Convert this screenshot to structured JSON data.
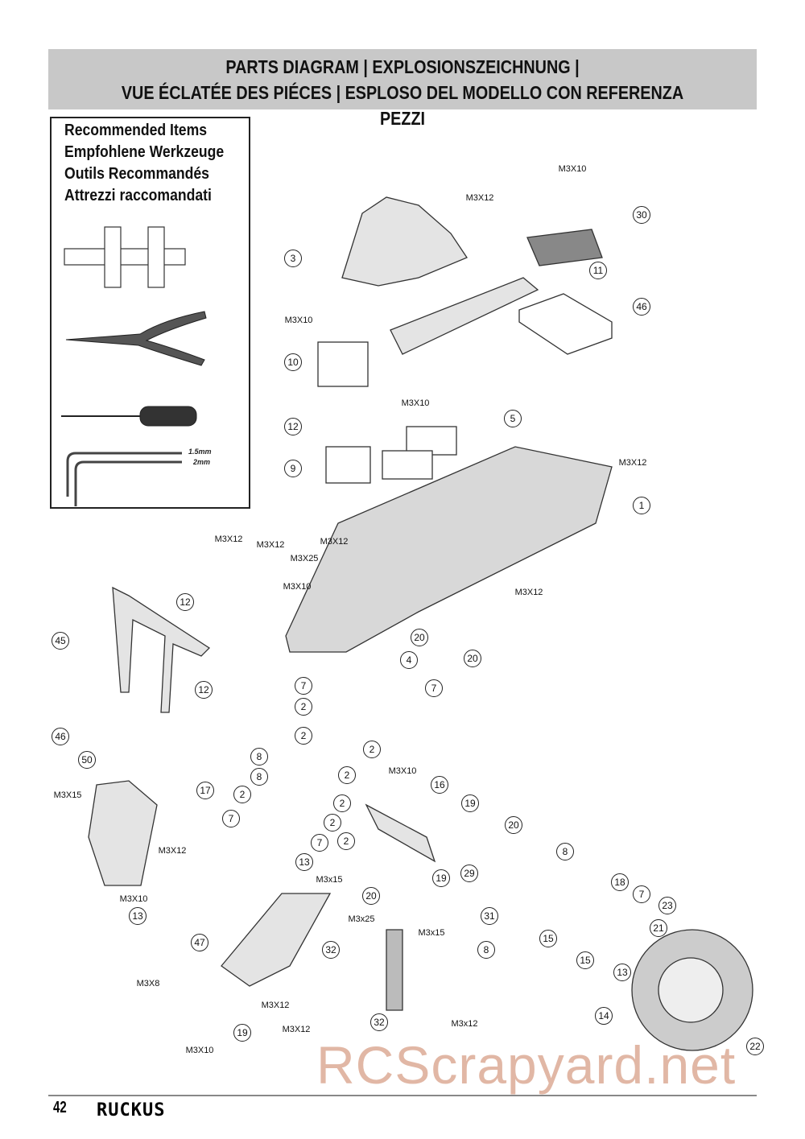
{
  "header": {
    "line1": "PARTS DIAGRAM | EXPLOSIONSZEICHNUNG |",
    "line2": "VUE ÉCLATÉE DES PIÉCES | ESPLOSO DEL MODELLO CON REFERENZA PEZZI"
  },
  "tools": {
    "titles": [
      "Recommended Items",
      "Empfohlene Werkzeuge",
      "Outils Recommandés",
      "Attrezzi raccomandati"
    ],
    "items": [
      "cross-wrench-icon",
      "needle-nose-pliers-icon",
      "screwdriver-icon",
      "hex-keys-icon"
    ],
    "hex_sizes": [
      "1.5mm",
      "2mm"
    ]
  },
  "callouts": [
    "3",
    "30",
    "11",
    "46",
    "10",
    "12",
    "5",
    "9",
    "1",
    "12",
    "45",
    "20",
    "4",
    "20",
    "12",
    "7",
    "7",
    "2",
    "46",
    "2",
    "50",
    "8",
    "2",
    "8",
    "2",
    "17",
    "16",
    "19",
    "2",
    "2",
    "7",
    "2",
    "20",
    "2",
    "7",
    "13",
    "8",
    "19",
    "29",
    "18",
    "7",
    "20",
    "13",
    "31",
    "23",
    "21",
    "15",
    "47",
    "32",
    "8",
    "15",
    "13",
    "14",
    "32",
    "19",
    "22"
  ],
  "screws": [
    "M3X10",
    "M3X12",
    "M3X10",
    "M3X10",
    "M3X12",
    "M3X12",
    "M3X12",
    "M3X12",
    "M3X25",
    "M3X10",
    "M3X12",
    "M3X10",
    "M3X15",
    "M3X12",
    "M3X10",
    "M3x15",
    "M3x25",
    "M3x15",
    "M3X12",
    "M3X8",
    "M3X12",
    "M3X10",
    "M3x12"
  ],
  "footer": {
    "page": "42",
    "brand": "RUCKUS"
  },
  "watermark": "RCScrapyard.net"
}
